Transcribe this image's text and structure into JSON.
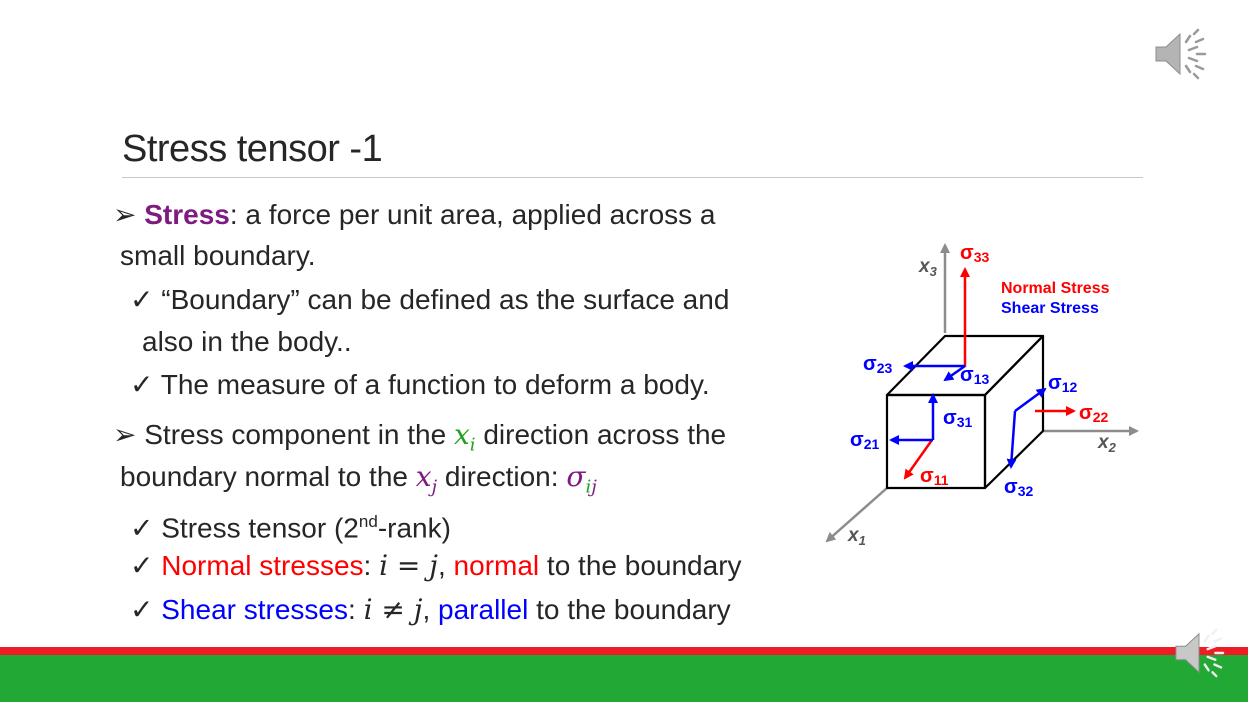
{
  "slide": {
    "title": "Stress tensor -1",
    "bullets": {
      "b1_label": "Stress",
      "b1_text": ": a force per unit area, applied across a",
      "b1_cont": "small boundary.",
      "s1_text": "“Boundary” can be defined as the surface and",
      "s1_cont": "also in the body..",
      "s2_text": "The measure of a function to deform a body.",
      "b2_text1": "Stress component in the ",
      "b2_xi": "x",
      "b2_xi_sub": "i",
      "b2_text2": " direction across the",
      "b2_cont1": "boundary normal to the ",
      "b2_xj": "x",
      "b2_xj_sub": "j",
      "b2_cont2": " direction: ",
      "b2_sigma": "σ",
      "b2_sigma_i": "i",
      "b2_sigma_j": "j",
      "s3_text": "Stress tensor (2",
      "s3_sup": "nd",
      "s3_rest": "-rank)",
      "s4_label": "Normal stresses",
      "s4_colon": ": ",
      "s4_math": "i = j",
      "s4_comma": ", ",
      "s4_keyword": "normal",
      "s4_rest": " to the boundary",
      "s5_label": "Shear stresses",
      "s5_colon": ": ",
      "s5_math": "i ≠ j",
      "s5_comma": ", ",
      "s5_keyword": "parallel",
      "s5_rest": " to the boundary"
    },
    "bullet_marker": "➢",
    "check_marker": "✓"
  },
  "diagram": {
    "legend_normal": "Normal Stress",
    "legend_shear": "Shear Stress",
    "axis_x1": "x",
    "axis_x1_sub": "1",
    "axis_x2": "x",
    "axis_x2_sub": "2",
    "axis_x3": "x",
    "axis_x3_sub": "3",
    "sigma": "σ",
    "s11": "11",
    "s12": "12",
    "s13": "13",
    "s21": "21",
    "s22": "22",
    "s23": "23",
    "s31": "31",
    "s32": "32",
    "s33": "33"
  },
  "colors": {
    "normal": "#ff0000",
    "shear": "#0000ff",
    "purple": "#7f1a80",
    "green": "#22a022",
    "footer_red": "#ee1c24",
    "footer_green": "#22a835"
  },
  "icons": [
    "speaker-icon",
    "check-icon",
    "arrow-bullet-icon"
  ]
}
